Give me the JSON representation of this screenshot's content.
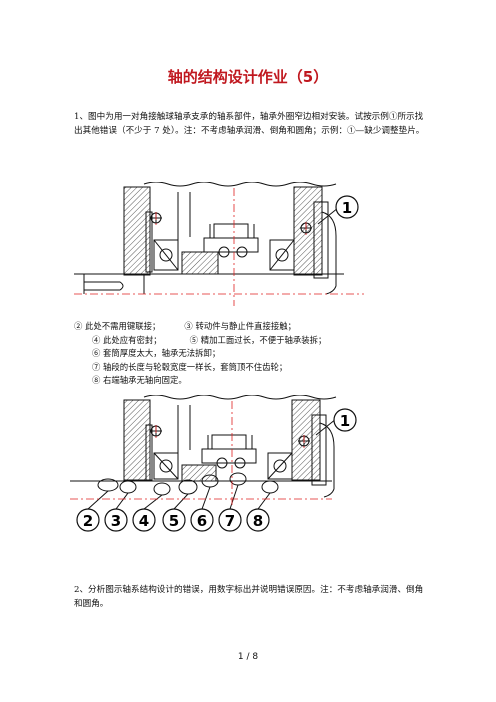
{
  "title": "轴的结构设计作业（5）",
  "question1": "1、图中为用一对角接触球轴承支承的轴系部件，轴承外圈窄边相对安装。试按示例①所示找出其他错误（不少于 7 处）。注：不考虑轴承润滑、倒角和圆角；示例：①—缺少调整垫片。",
  "figure1": {
    "callout": "1"
  },
  "notes": {
    "n2": "② 此处不需用键联接；",
    "n3": "③ 转动件与静止件直接接触；",
    "n4": "④ 此处应有密封；",
    "n5": "⑤ 精加工面过长，不便于轴承装拆；",
    "n6": "⑥ 套筒厚度太大，轴承无法拆卸；",
    "n7": "⑦ 轴段的长度与轮毂宽度一样长，套筒顶不住齿轮；",
    "n8": "⑧ 右端轴承无轴向固定。"
  },
  "figure2": {
    "callouts": [
      "1",
      "2",
      "3",
      "4",
      "5",
      "6",
      "7",
      "8"
    ]
  },
  "question2": "2、分析图示轴系结构设计的错误，用数字标出并说明错误原因。注：不考虑轴承润滑、倒角和圆角。",
  "footer": "1 / 8",
  "colors": {
    "title": "#c0181f",
    "centerline": "#e02020",
    "ink": "#111111"
  }
}
